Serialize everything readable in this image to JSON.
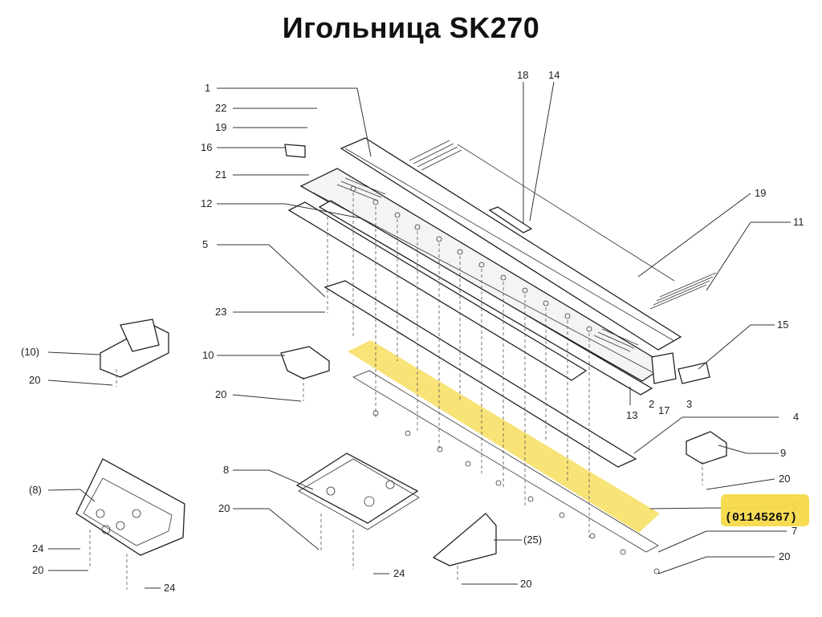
{
  "title": "Игольница SK270",
  "part_code": "(01145267)",
  "highlight_color": "#f5d94a",
  "labels": {
    "l1": "1",
    "l22": "22",
    "l19a": "19",
    "l16": "16",
    "l21": "21",
    "l12": "12",
    "l5": "5",
    "l23": "23",
    "l10p": "(10)",
    "l10": "10",
    "l20a": "20",
    "l20b": "20",
    "l18": "18",
    "l14": "14",
    "l19b": "19",
    "l11": "11",
    "l15": "15",
    "l2": "2",
    "l17": "17",
    "l3": "3",
    "l13": "13",
    "l4": "4",
    "l9": "9",
    "l20c": "20",
    "l6": "6",
    "l7": "7",
    "l20d": "20",
    "l8": "8",
    "l8p": "(8)",
    "l20e": "20",
    "l24a": "24",
    "l20f": "20",
    "l24b": "24",
    "l24c": "24",
    "l25p": "(25)",
    "l20g": "20"
  }
}
